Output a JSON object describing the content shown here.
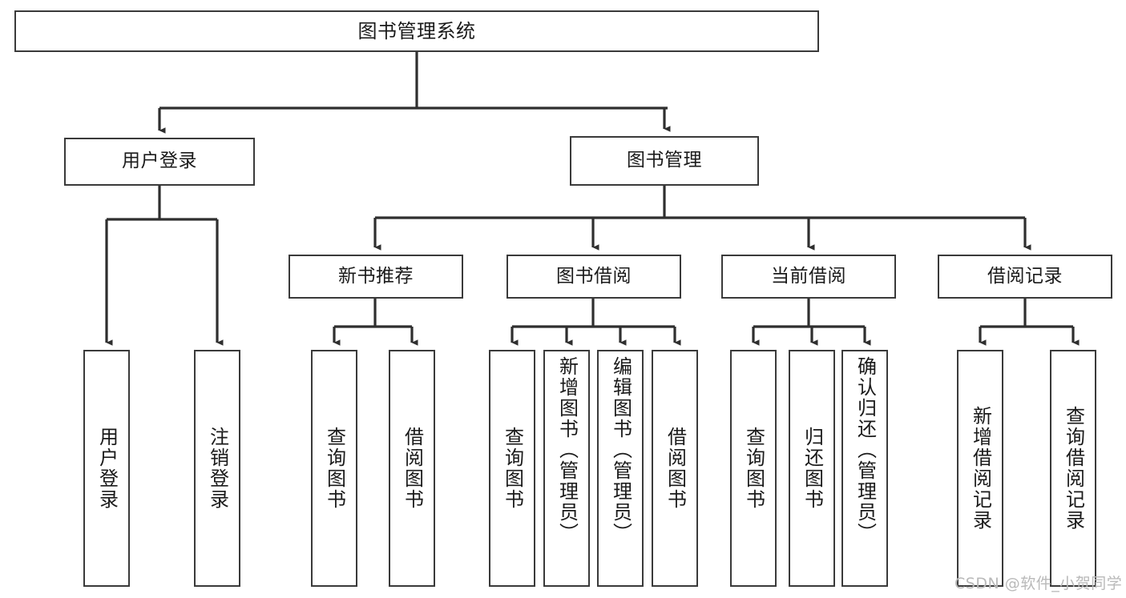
{
  "diagram": {
    "title": "图书管理系统",
    "type": "functional-decomposition-tree",
    "colors": {
      "box_border": "#3a3a3a",
      "box_fill": "#ffffff",
      "connector": "#2f2f2f",
      "watermark": "#b9b9b9",
      "background": "#ffffff"
    },
    "root": {
      "label": "图书管理系统"
    },
    "level2": [
      {
        "id": "user-login",
        "label": "用户登录"
      },
      {
        "id": "book-management",
        "label": "图书管理"
      }
    ],
    "level3": [
      {
        "id": "new-book-recommend",
        "label": "新书推荐",
        "parent": "book-management"
      },
      {
        "id": "book-borrow",
        "label": "图书借阅",
        "parent": "book-management"
      },
      {
        "id": "current-borrow",
        "label": "当前借阅",
        "parent": "book-management"
      },
      {
        "id": "borrow-record",
        "label": "借阅记录",
        "parent": "book-management"
      }
    ],
    "leaves": [
      {
        "id": "leaf-user-login",
        "label": "用户登录",
        "parent": "user-login"
      },
      {
        "id": "leaf-logout",
        "label": "注销登录",
        "parent": "user-login"
      },
      {
        "id": "leaf-query-book-1",
        "label": "查询图书",
        "parent": "new-book-recommend"
      },
      {
        "id": "leaf-borrow-book-1",
        "label": "借阅图书",
        "parent": "new-book-recommend"
      },
      {
        "id": "leaf-query-book-2",
        "label": "查询图书",
        "parent": "book-borrow"
      },
      {
        "id": "leaf-add-book",
        "label": "新增图书（管理员）",
        "parent": "book-borrow"
      },
      {
        "id": "leaf-edit-book",
        "label": "编辑图书（管理员）",
        "parent": "book-borrow"
      },
      {
        "id": "leaf-borrow-book-2",
        "label": "借阅图书",
        "parent": "book-borrow"
      },
      {
        "id": "leaf-query-book-3",
        "label": "查询图书",
        "parent": "current-borrow"
      },
      {
        "id": "leaf-return-book",
        "label": "归还图书",
        "parent": "current-borrow"
      },
      {
        "id": "leaf-confirm-return",
        "label": "确认归还（管理员）",
        "parent": "current-borrow"
      },
      {
        "id": "leaf-add-record",
        "label": "新增借阅记录",
        "parent": "borrow-record"
      },
      {
        "id": "leaf-query-record",
        "label": "查询借阅记录",
        "parent": "borrow-record"
      }
    ],
    "watermark": "CSDN @软件_小贺同学"
  }
}
